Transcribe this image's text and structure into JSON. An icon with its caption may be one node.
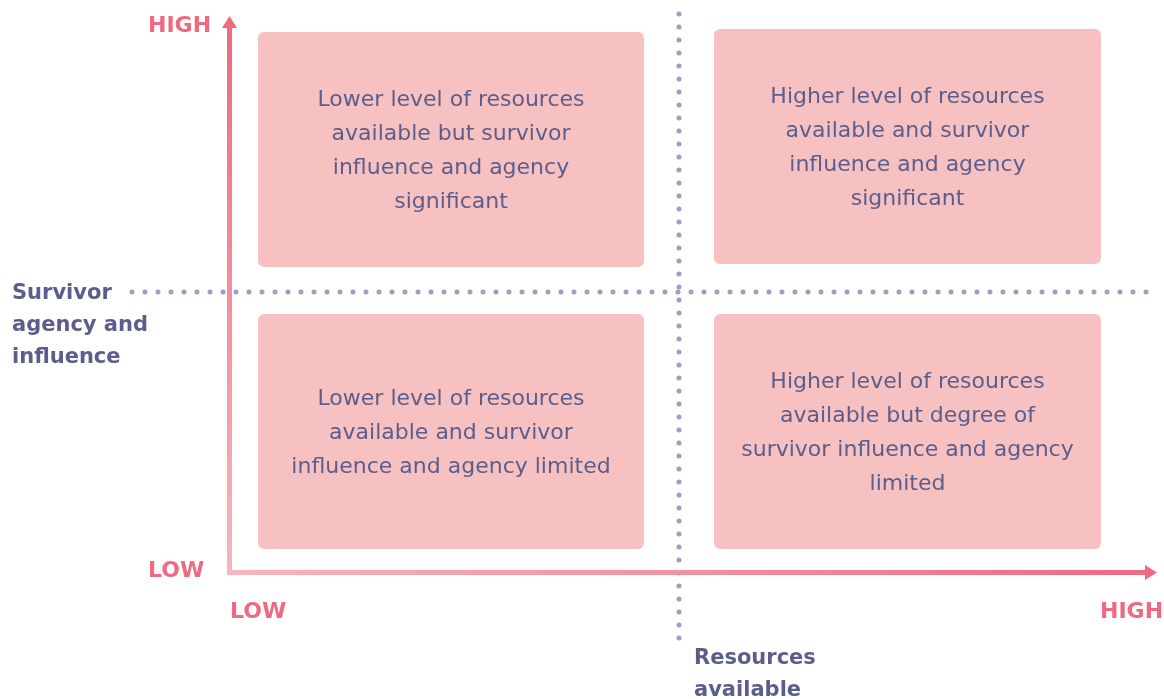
{
  "diagram": {
    "nodes": [
      {
        "text": [
          "Lower level of resources available but survivor influence and agency significant"
        ]
      },
      {
        "text": [
          "Higher level of resources available and survivor influence and agency significant"
        ]
      },
      {
        "text": [
          "Lower level of resources available and survivor influence and agency limited"
        ]
      },
      {
        "text": [
          "Higher level of resources available but degree of survivor influence and agency limited"
        ]
      }
    ],
    "labels": [
      "HIGH",
      "LOW",
      "LOW",
      "HIGH",
      "Survivor agency and influence",
      "Resources available"
    ]
  }
}
